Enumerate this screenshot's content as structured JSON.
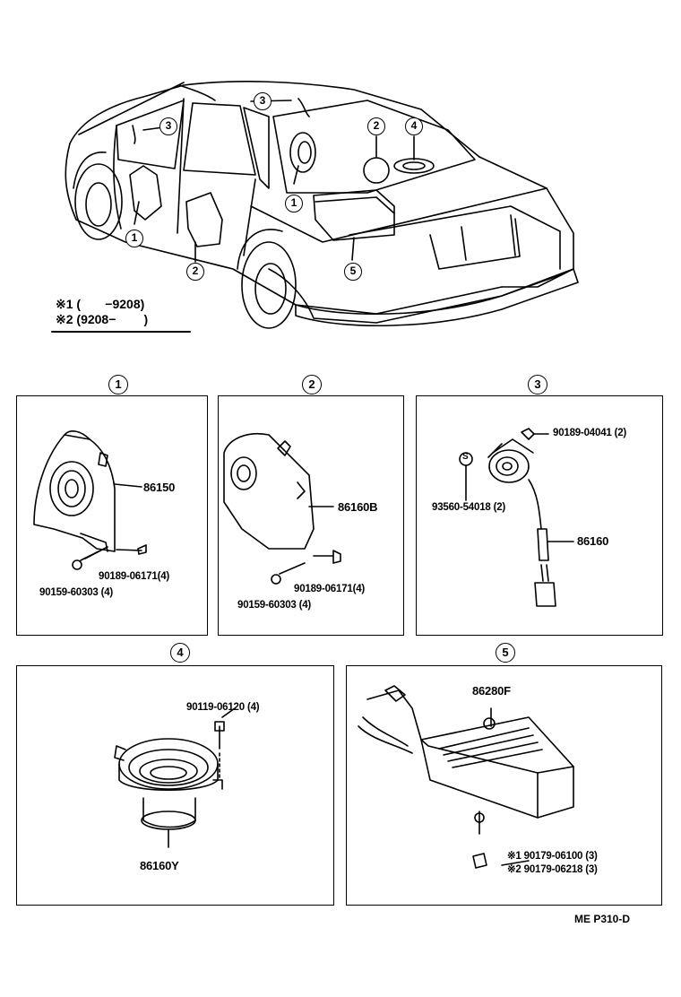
{
  "legend": {
    "line1": "※1 (       −9208)",
    "line2": "※2 (9208−        )"
  },
  "overview_callouts": [
    "1",
    "1",
    "2",
    "2",
    "3",
    "3",
    "4",
    "5"
  ],
  "panels": [
    {
      "number": "1",
      "parts": [
        "86150",
        "90189-06171(4)",
        "90159-60303 (4)"
      ]
    },
    {
      "number": "2",
      "parts": [
        "86160B",
        "90189-06171(4)",
        "90159-60303 (4)"
      ]
    },
    {
      "number": "3",
      "parts": [
        "90189-04041 (2)",
        "93560-54018 (2)",
        "86160"
      ],
      "mark": "S"
    },
    {
      "number": "4",
      "parts": [
        "90119-06120 (4)",
        "86160Y"
      ]
    },
    {
      "number": "5",
      "parts": [
        "86280F",
        "※1 90179-06100 (3)",
        "※2 90179-06218 (3)"
      ]
    }
  ],
  "page_code": "ME P310-D",
  "icons": [
    "car-body",
    "speaker-icon",
    "tweeter-icon",
    "amplifier-icon",
    "bolt-icon",
    "clip-icon"
  ]
}
